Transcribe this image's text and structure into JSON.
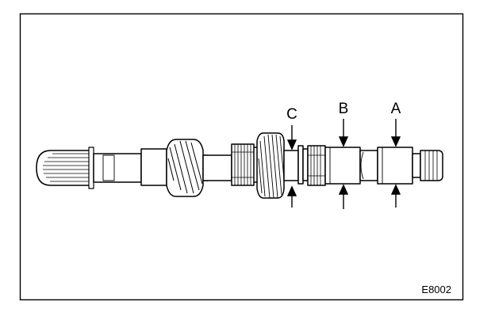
{
  "diagram": {
    "labels": {
      "a": "A",
      "b": "B",
      "c": "C"
    },
    "figure_code": "E8002"
  }
}
